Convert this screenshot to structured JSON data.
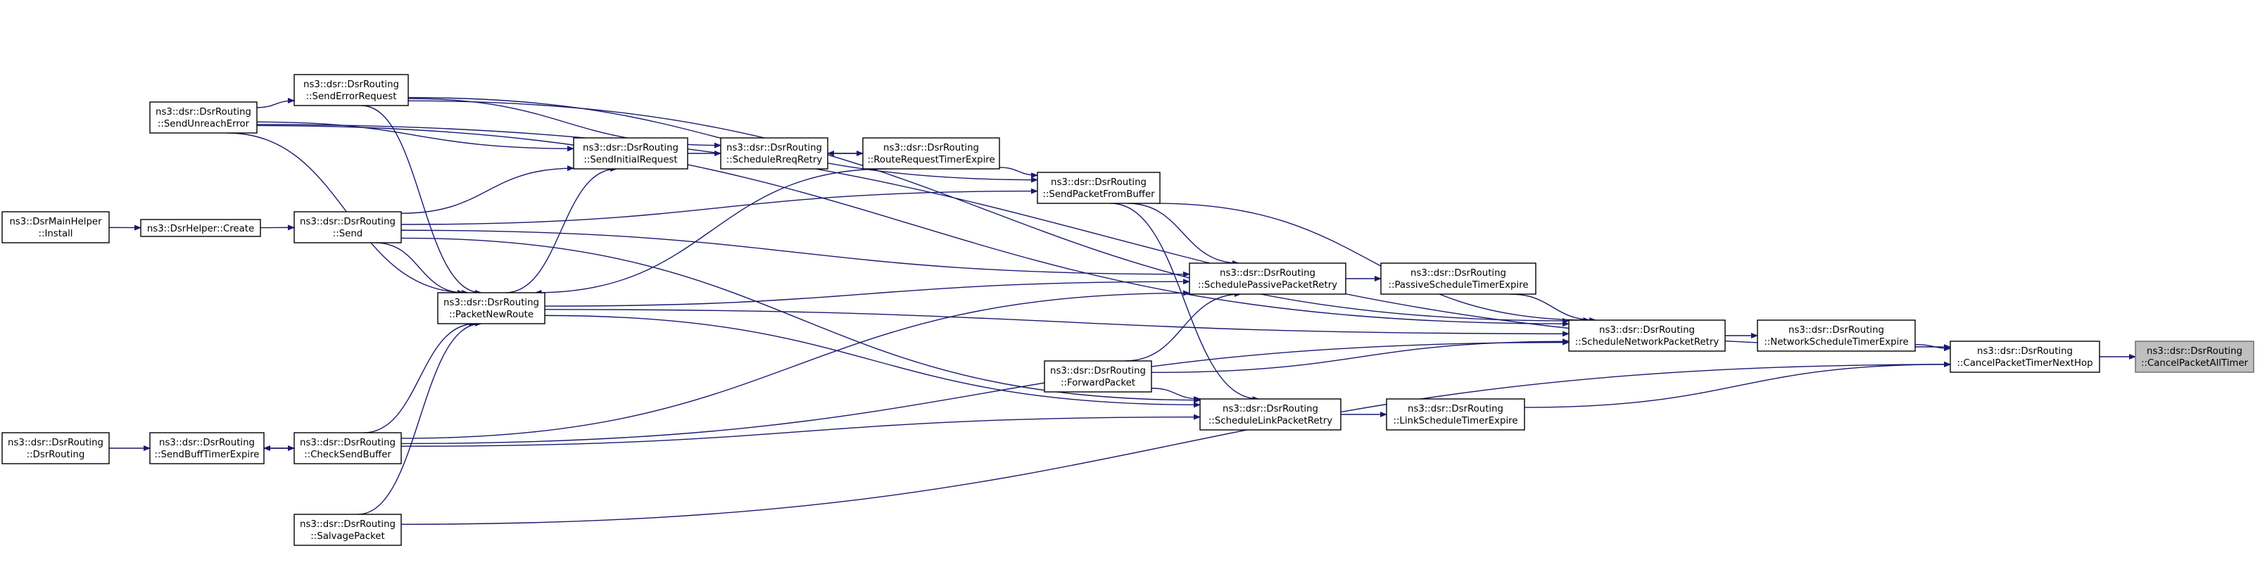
{
  "nodes": {
    "main_install": [
      "ns3::DsrMainHelper",
      "::Install"
    ],
    "helper_create": [
      "ns3::DsrHelper::Create"
    ],
    "dsr_ctor": [
      "ns3::dsr::DsrRouting",
      "::DsrRouting"
    ],
    "send_unreach": [
      "ns3::dsr::DsrRouting",
      "::SendUnreachError"
    ],
    "send_buff_timer": [
      "ns3::dsr::DsrRouting",
      "::SendBuffTimerExpire"
    ],
    "send_error_req": [
      "ns3::dsr::DsrRouting",
      "::SendErrorRequest"
    ],
    "send": [
      "ns3::dsr::DsrRouting",
      "::Send"
    ],
    "check_send_buffer": [
      "ns3::dsr::DsrRouting",
      "::CheckSendBuffer"
    ],
    "salvage": [
      "ns3::dsr::DsrRouting",
      "::SalvagePacket"
    ],
    "packet_new_route": [
      "ns3::dsr::DsrRouting",
      "::PacketNewRoute"
    ],
    "send_initial": [
      "ns3::dsr::DsrRouting",
      "::SendInitialRequest"
    ],
    "sched_rreq": [
      "ns3::dsr::DsrRouting",
      "::ScheduleRreqRetry"
    ],
    "route_req_timer": [
      "ns3::dsr::DsrRouting",
      "::RouteRequestTimerExpire"
    ],
    "send_from_buffer": [
      "ns3::dsr::DsrRouting",
      "::SendPacketFromBuffer"
    ],
    "forward": [
      "ns3::dsr::DsrRouting",
      "::ForwardPacket"
    ],
    "sched_passive": [
      "ns3::dsr::DsrRouting",
      "::SchedulePassivePacketRetry"
    ],
    "sched_link": [
      "ns3::dsr::DsrRouting",
      "::ScheduleLinkPacketRetry"
    ],
    "passive_timer": [
      "ns3::dsr::DsrRouting",
      "::PassiveScheduleTimerExpire"
    ],
    "link_timer": [
      "ns3::dsr::DsrRouting",
      "::LinkScheduleTimerExpire"
    ],
    "sched_network": [
      "ns3::dsr::DsrRouting",
      "::ScheduleNetworkPacketRetry"
    ],
    "network_timer": [
      "ns3::dsr::DsrRouting",
      "::NetworkScheduleTimerExpire"
    ],
    "cancel_next_hop": [
      "ns3::dsr::DsrRouting",
      "::CancelPacketTimerNextHop"
    ],
    "cancel_all": [
      "ns3::dsr::DsrRouting",
      "::CancelPacketAllTimer"
    ]
  },
  "edges": [
    [
      "cancel_next_hop",
      "cancel_all"
    ],
    [
      "network_timer",
      "cancel_next_hop"
    ],
    [
      "link_timer",
      "cancel_next_hop"
    ],
    [
      "send_unreach",
      "cancel_next_hop"
    ],
    [
      "salvage",
      "cancel_next_hop"
    ],
    [
      "sched_network",
      "network_timer"
    ],
    [
      "passive_timer",
      "sched_network"
    ],
    [
      "send_from_buffer",
      "sched_network"
    ],
    [
      "send_unreach",
      "sched_network"
    ],
    [
      "send_error_req",
      "sched_network"
    ],
    [
      "forward",
      "sched_network"
    ],
    [
      "packet_new_route",
      "sched_network"
    ],
    [
      "check_send_buffer",
      "sched_network"
    ],
    [
      "sched_passive",
      "passive_timer"
    ],
    [
      "sched_link",
      "link_timer"
    ],
    [
      "send_from_buffer",
      "sched_passive"
    ],
    [
      "forward",
      "sched_passive"
    ],
    [
      "send",
      "sched_passive"
    ],
    [
      "packet_new_route",
      "sched_passive"
    ],
    [
      "check_send_buffer",
      "sched_passive"
    ],
    [
      "send_from_buffer",
      "sched_link"
    ],
    [
      "forward",
      "sched_link"
    ],
    [
      "send",
      "sched_link"
    ],
    [
      "packet_new_route",
      "sched_link"
    ],
    [
      "check_send_buffer",
      "sched_link"
    ],
    [
      "route_req_timer",
      "send_from_buffer"
    ],
    [
      "send",
      "send_from_buffer"
    ],
    [
      "send_error_req",
      "send_from_buffer"
    ],
    [
      "send_initial",
      "sched_rreq"
    ],
    [
      "route_req_timer",
      "sched_rreq"
    ],
    [
      "send_error_req",
      "sched_rreq"
    ],
    [
      "sched_rreq",
      "route_req_timer"
    ],
    [
      "send",
      "send_initial"
    ],
    [
      "send_unreach",
      "send_initial"
    ],
    [
      "packet_new_route",
      "send_initial"
    ],
    [
      "route_req_timer",
      "packet_new_route"
    ],
    [
      "send",
      "packet_new_route"
    ],
    [
      "send_error_req",
      "packet_new_route"
    ],
    [
      "check_send_buffer",
      "packet_new_route"
    ],
    [
      "salvage",
      "packet_new_route"
    ],
    [
      "send_unreach",
      "packet_new_route"
    ],
    [
      "send_unreach",
      "send_error_req"
    ],
    [
      "helper_create",
      "send"
    ],
    [
      "main_install",
      "helper_create"
    ],
    [
      "send_buff_timer",
      "check_send_buffer"
    ],
    [
      "dsr_ctor",
      "send_buff_timer"
    ],
    [
      "check_send_buffer",
      "send_buff_timer"
    ]
  ]
}
